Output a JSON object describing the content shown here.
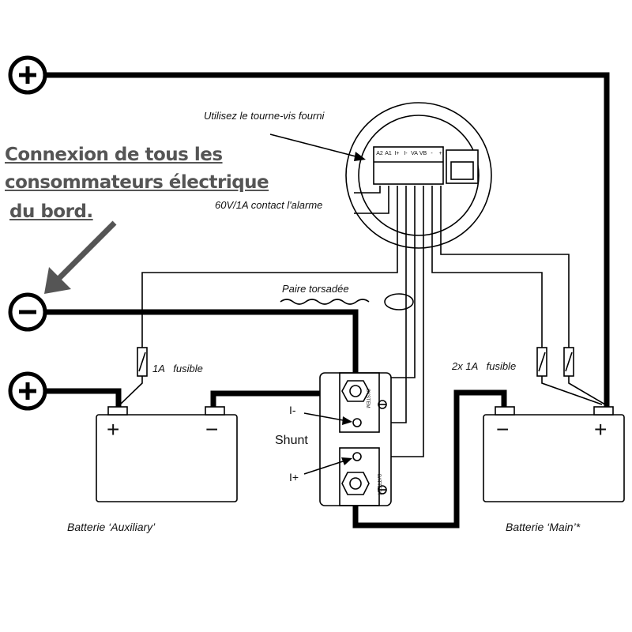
{
  "heading": {
    "line1": "Connexion de tous les",
    "line2": "consommateurs électrique",
    "line3": "du bord."
  },
  "labels": {
    "screwdriver": "Utilisez le tourne-vis fourni",
    "alarm": "60V/1A contact l'alarme",
    "twisted_pair": "Paire torsadée",
    "fuse_aux": "1A   fusible",
    "fuse_main": "2x 1A   fusible",
    "shunt": "Shunt",
    "i_minus": "I-",
    "i_plus": "I+",
    "system": "SYSTEM",
    "battery": "BATTERY",
    "battery_aux": "Batterie ‘Auxiliary’",
    "battery_main": "Batterie ‘Main’*"
  },
  "terminals": [
    "A2",
    "A1",
    "I+",
    "I-",
    "VA",
    "VB",
    "-",
    "+"
  ],
  "symbols": {
    "plus": "+",
    "minus": "−"
  }
}
